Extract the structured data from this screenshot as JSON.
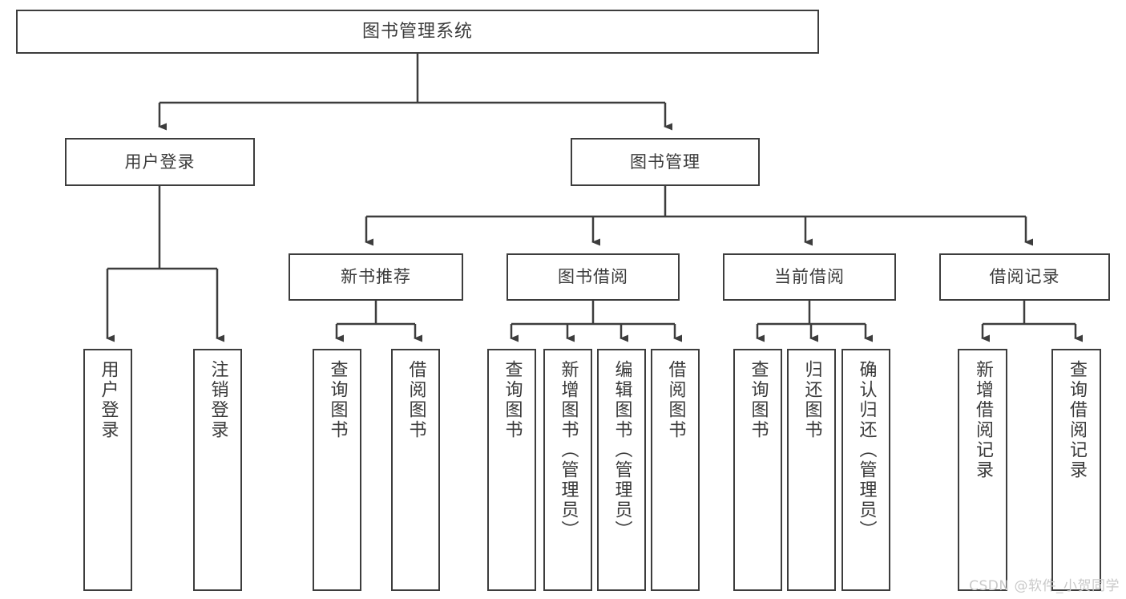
{
  "diagram": {
    "type": "tree-hierarchy",
    "title": "图书管理系统",
    "watermark": "CSDN @软件_小贺同学",
    "colors": {
      "stroke": "#3d3d3d",
      "text": "#3a3a3a",
      "background": "#ffffff",
      "watermark": "#c9c9c9"
    },
    "root": {
      "label": "图书管理系统"
    },
    "level1": [
      {
        "label": "用户登录"
      },
      {
        "label": "图书管理"
      }
    ],
    "level2": [
      {
        "label": "新书推荐"
      },
      {
        "label": "图书借阅"
      },
      {
        "label": "当前借阅"
      },
      {
        "label": "借阅记录"
      }
    ],
    "leaves": {
      "user_login": [
        {
          "label": "用户登录"
        },
        {
          "label": "注销登录"
        }
      ],
      "new_book_recommend": [
        {
          "label": "查询图书"
        },
        {
          "label": "借阅图书"
        }
      ],
      "book_borrow": [
        {
          "label": "查询图书"
        },
        {
          "label": "新增图书（管理员）"
        },
        {
          "label": "编辑图书（管理员）"
        },
        {
          "label": "借阅图书"
        }
      ],
      "current_borrow": [
        {
          "label": "查询图书"
        },
        {
          "label": "归还图书"
        },
        {
          "label": "确认归还（管理员）"
        }
      ],
      "borrow_record": [
        {
          "label": "新增借阅记录"
        },
        {
          "label": "查询借阅记录"
        }
      ]
    }
  }
}
